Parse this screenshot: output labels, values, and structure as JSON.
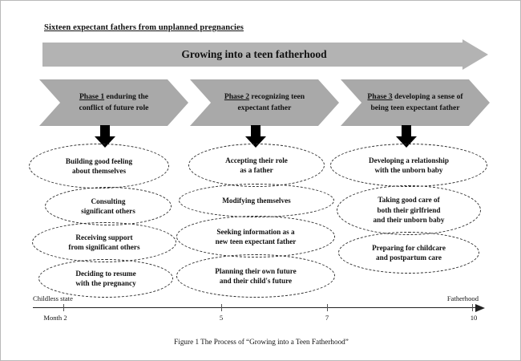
{
  "heading": "Sixteen expectant fathers from unplanned pregnancies",
  "banner": {
    "label": "Growing into a teen fatherhood"
  },
  "phases": [
    {
      "number": "Phase 1",
      "title": " enduring the\nconflict of future role"
    },
    {
      "number": "Phase 2",
      "title": " recognizing  teen\nexpectant  father"
    },
    {
      "number": "Phase 3",
      "title": " developing a sense of\nbeing teen expectant father"
    }
  ],
  "columns": [
    {
      "items": [
        {
          "text": "Building good feeling\nabout themselves"
        },
        {
          "text": "Consulting\nsignificant others"
        },
        {
          "text": "Receiving support\nfrom significant others"
        },
        {
          "text": "Deciding to resume\nwith the pregnancy"
        }
      ]
    },
    {
      "items": [
        {
          "text": "Accepting their role\nas a father"
        },
        {
          "text": "Modifying themselves"
        },
        {
          "text": "Seeking information as a\nnew teen expectant father"
        },
        {
          "text": "Planning their own future\nand their child's future"
        }
      ]
    },
    {
      "items": [
        {
          "text": "Developing a relationship\nwith the unborn baby"
        },
        {
          "text": "Taking good care of\nboth their girlfriend\nand their unborn baby"
        },
        {
          "text": "Preparing for childcare\nand postpartum care"
        }
      ]
    }
  ],
  "timeline": {
    "start_label": "Childless state",
    "end_label": "Fatherhood",
    "ticks": [
      {
        "label": "Month 2"
      },
      {
        "label": "5"
      },
      {
        "label": "7"
      },
      {
        "label": "10"
      }
    ]
  },
  "caption": "Figure 1 The Process of “Growing into a Teen Fatherhood”",
  "colors": {
    "banner_gray": "#b3b3b3",
    "phase_gray": "#a9a9a9",
    "arrow_black": "#000000",
    "ellipse_border": "#2b2b2b"
  }
}
